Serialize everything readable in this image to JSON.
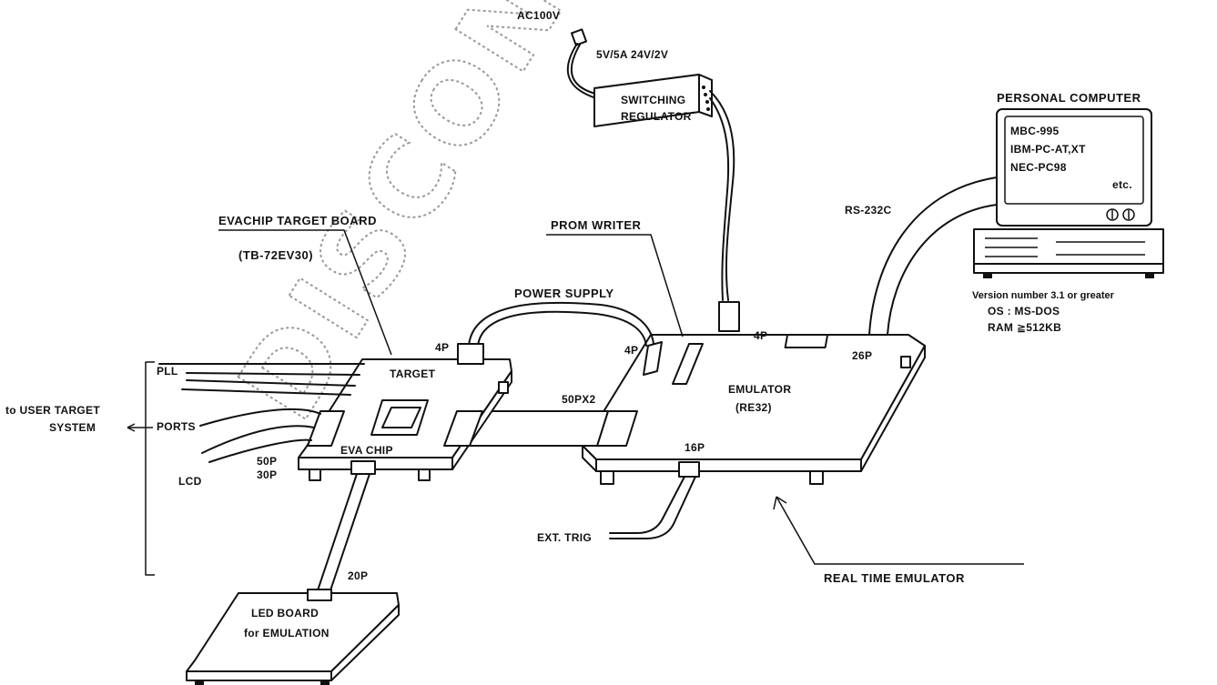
{
  "watermark": {
    "text": "DISCONTINUED"
  },
  "power": {
    "ac_label": "AC100V",
    "output_label": "5V/5A 24V/2V",
    "regulator_line1": "SWITCHING",
    "regulator_line2": "REGULATOR"
  },
  "pc": {
    "title": "PERSONAL COMPUTER",
    "models": [
      "MBC-995",
      "IBM-PC-AT,XT",
      "NEC-PC98"
    ],
    "etc": "etc.",
    "req_version": "Version number 3.1 or greater",
    "req_os": "OS : MS-DOS",
    "req_ram": "RAM ≧512KB"
  },
  "cable": {
    "rs232": "RS-232C"
  },
  "target_board": {
    "title": "EVACHIP TARGET BOARD",
    "model": "(TB-72EV30)",
    "label": "TARGET",
    "chip": "EVA CHIP",
    "conn_power": "4P",
    "conn_50p": "50P",
    "conn_30p": "30P",
    "pll": "PLL",
    "ports": "PORTS",
    "lcd": "LCD",
    "to_user_line1": "to USER TARGET",
    "to_user_line2": "SYSTEM"
  },
  "power_supply": {
    "label": "POWER SUPPLY"
  },
  "prom": {
    "label": "PROM WRITER"
  },
  "emulator": {
    "label": "EMULATOR",
    "model": "(RE32)",
    "conn_4p_left": "4P",
    "conn_4p_top": "4P",
    "conn_26p": "26P",
    "conn_16p": "16P",
    "cable_50px2": "50PX2",
    "ext_trig": "EXT. TRIG",
    "rte": "REAL TIME EMULATOR"
  },
  "led_board": {
    "line1": "LED BOARD",
    "line2": "for EMULATION",
    "conn_20p": "20P"
  }
}
